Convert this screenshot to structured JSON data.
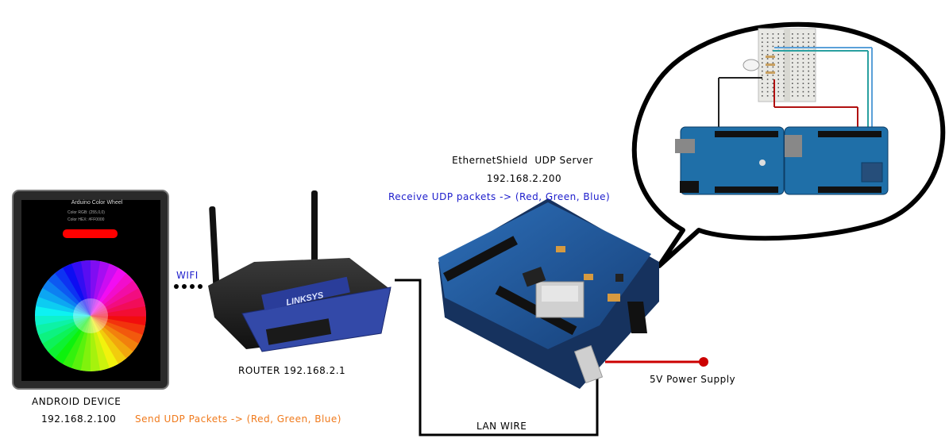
{
  "android": {
    "label": "ANDROID DEVICE",
    "ip": "192.168.2.100",
    "send": "Send UDP Packets -> (Red, Green, Blue)",
    "app_title": "Arduino Color Wheel",
    "app_line1": "Color RGB: (255,0,0)",
    "app_line2": "Color HEX: #FF0000",
    "swatch_color": "#ff0000"
  },
  "wifi": {
    "label": "WIFI"
  },
  "router": {
    "label": "ROUTER 192.168.2.1",
    "brand": "LINKSYS"
  },
  "shield": {
    "title": "EthernetShield  UDP Server",
    "ip": "192.168.2.200",
    "receive": "Receive UDP packets -> (Red, Green, Blue)"
  },
  "lan": {
    "label": "LAN WIRE"
  },
  "power": {
    "label": "5V Power Supply",
    "color": "#cc0000"
  },
  "colors": {
    "blue_text": "#1c1ccc",
    "orange_text": "#f07a1c",
    "board_blue": "#1f5aa0"
  }
}
